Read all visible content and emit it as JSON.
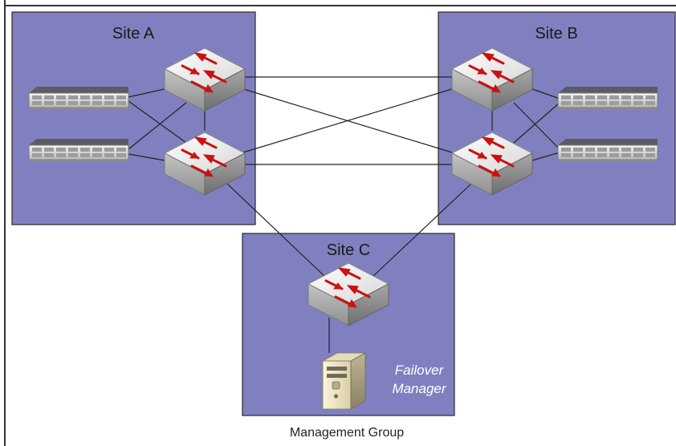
{
  "sites": {
    "a": {
      "label": "Site A"
    },
    "b": {
      "label": "Site B"
    },
    "c": {
      "label": "Site C"
    }
  },
  "failover_manager": {
    "line1": "Failover",
    "line2": "Manager"
  },
  "management_group": {
    "label": "Management Group"
  },
  "icons": {
    "switch": "network-switch-icon",
    "storage": "storage-node-icon",
    "server": "server-tower-icon"
  },
  "colors": {
    "site_fill": "#8080c0",
    "site_border": "#2a2a2a",
    "switch_arrow": "#cc1111",
    "frame_border": "#333333",
    "link": "#222222",
    "label_on_site": "#ffffff"
  }
}
